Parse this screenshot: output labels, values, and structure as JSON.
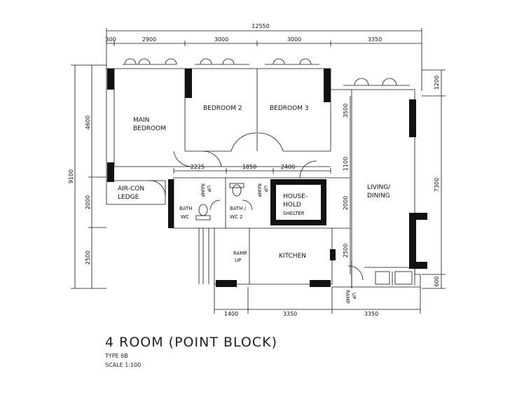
{
  "caption": {
    "title": "4 ROOM (POINT BLOCK)",
    "type": "TYPE 6B",
    "scale": "SCALE  1:100"
  },
  "rooms": {
    "main_bedroom_1": "MAIN",
    "main_bedroom_2": "BEDROOM",
    "bedroom2": "BEDROOM 2",
    "bedroom3": "BEDROOM 3",
    "aircon_1": "AIR-CON",
    "aircon_2": "LEDGE",
    "bath1_1": "BATH",
    "bath1_2": "WC",
    "bath2_1": "BATH /",
    "bath2_2": "WC 2",
    "household_1": "HOUSE-",
    "household_2": "HOLD",
    "household_3": "SHELTER",
    "kitchen": "KITCHEN",
    "living_1": "LIVING/",
    "living_2": "DINING",
    "ramp_up_a": "RAMP",
    "ramp_up_a2": "UP",
    "ramp_up_b": "RAMP",
    "ramp_up_b2": "UP",
    "ramp_up_c": "RAMP",
    "ramp_up_c2": "UP",
    "ramp_up_d": "RAMP",
    "ramp_up_d2": "UP"
  },
  "dimensions": {
    "overall_width": "12550",
    "top": [
      "300",
      "2900",
      "3000",
      "3000",
      "3350"
    ],
    "left_overall": "9100",
    "left": [
      "4600",
      "2000",
      "2500"
    ],
    "middle": [
      "2225",
      "1850",
      "2400"
    ],
    "inner_vertical": [
      "3500",
      "1100",
      "2000",
      "2500"
    ],
    "right": [
      "1200",
      "7300",
      "600"
    ],
    "bottom": [
      "1400",
      "3350",
      "3350"
    ]
  }
}
